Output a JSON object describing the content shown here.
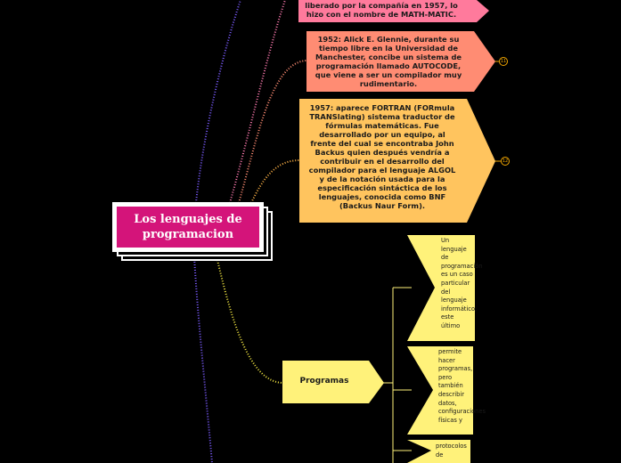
{
  "root": {
    "title": "Los lenguajes de programacion"
  },
  "topics": [
    {
      "text": "liberado por la compañía en 1957, lo hizo con el nombre de MATH-MATIC.",
      "color": "#ff7a9c"
    },
    {
      "text": "1952: Alick E. Glennie, durante su tiempo libre en la Universidad de Manchester, concibe un sistema de programación llamado AUTOCODE, que viene a ser un compilador muy rudimentario.",
      "color": "#ff8c73",
      "badge": "11"
    },
    {
      "text": "1957: aparece FORTRAN (FORmula TRANSlating) sistema traductor de fórmulas matemáticas. Fue desarrollado por un equipo, al frente del cual se encontraba John Backus quien después vendría a contribuir en el desarrollo del compilador para el lenguaje ALGOL y de la notación usada para la especificación sintáctica de los lenguajes, conocida como BNF (Backus Naur Form).",
      "color": "#ffc45e",
      "badge": "12"
    },
    {
      "text": "Programas",
      "color": "#fff27a"
    }
  ],
  "leaves": [
    {
      "text": "Un lenguaje de programación es un caso particular del lenguaje informático; este último",
      "color": "#fff27a"
    },
    {
      "text": "permite hacer programas, pero también describir datos, configuraciones físicas y",
      "color": "#fff27a"
    },
    {
      "text": "protocolos de",
      "color": "#fff27a"
    }
  ],
  "colors": {
    "background": "#000000",
    "root": "#d4147a",
    "branch_violet": "#7b5cff",
    "branch_pink": "#ff7ab0",
    "branch_orange": "#ffb347",
    "branch_yellow": "#f4e842"
  }
}
